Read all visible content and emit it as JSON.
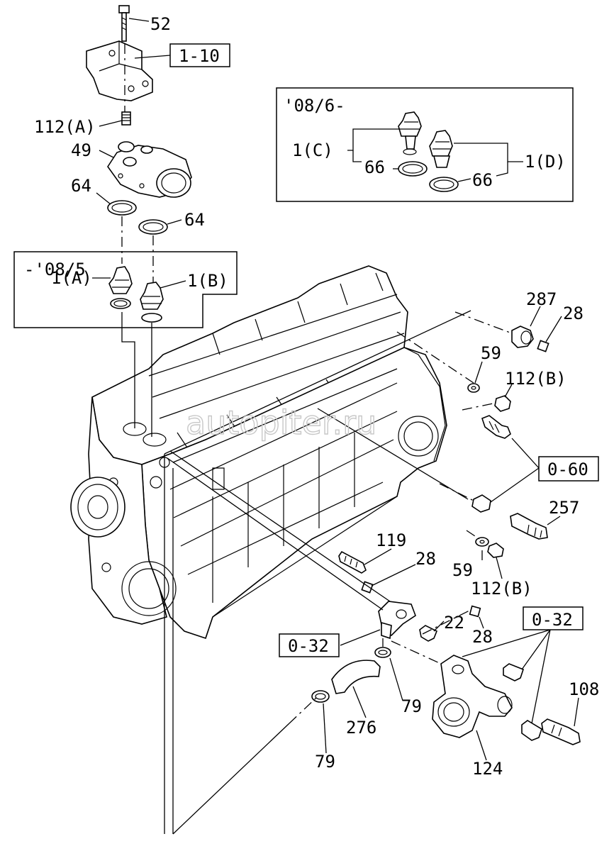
{
  "callouts": {
    "c52": "52",
    "c1_10": "1-10",
    "c112a": "112(A)",
    "c49": "49",
    "c64_left": "64",
    "c64_right": "64",
    "c1a": "1(A)",
    "c1b": "1(B)",
    "c1c": "1(C)",
    "c1d": "1(D)",
    "c66_left": "66",
    "c66_right": "66",
    "c287": "287",
    "c28_top": "28",
    "c59_top": "59",
    "c112b_top": "112(B)",
    "c0_60": "0-60",
    "c257": "257",
    "c119": "119",
    "c28_mid": "28",
    "c59_bottom": "59",
    "c112b_bottom": "112(B)",
    "c22": "22",
    "c28_bottom": "28",
    "c0_32_left": "0-32",
    "c0_32_right": "0-32",
    "c108": "108",
    "c79_mid": "79",
    "c276": "276",
    "c79_bottom": "79",
    "c124": "124"
  },
  "insets": {
    "new_period": "'08/6-",
    "old_period": "-'08/5"
  },
  "watermark": "autopiter.ru",
  "colors": {
    "line": "#000000",
    "background": "#ffffff",
    "watermark": "#c8c8c8"
  }
}
